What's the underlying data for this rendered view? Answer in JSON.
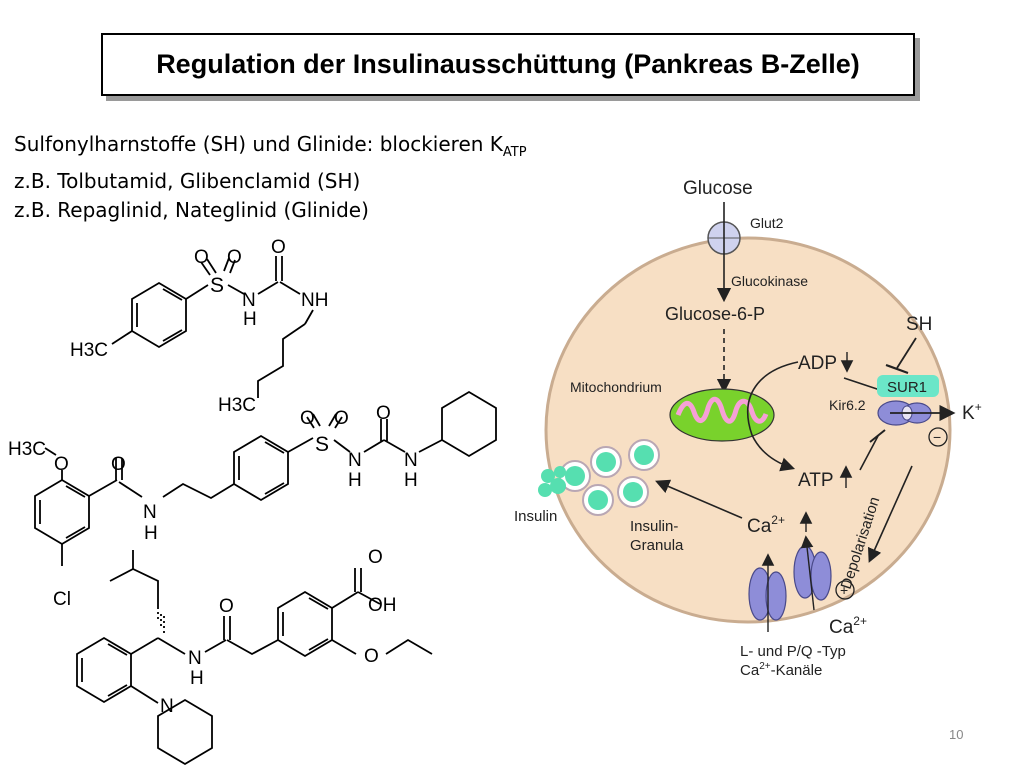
{
  "slide": {
    "title": "Regulation der Insulinausschüttung (Pankreas B-Zelle)",
    "intro": {
      "line1_main": "Sulfonylharnstoffe (SH) und Glinide: blockieren K",
      "line1_sub": "ATP",
      "line2": "z.B. Tolbutamid, Glibenclamid (SH)",
      "line3": "z.B. Repaglinid, Nateglinid (Glinide)"
    },
    "page_number": "10"
  },
  "structures": {
    "tolbutamide": {
      "O1": "O",
      "O2": "O",
      "S": "S",
      "N": "N",
      "H": "H",
      "O3": "O",
      "NH": "NH",
      "CH3": "H3C",
      "CH3b": "H3C"
    },
    "glibenclamide": {
      "OMe": "H3C",
      "O": "O",
      "O2": "O",
      "N": "N",
      "H": "H",
      "Cl": "Cl",
      "S": "S",
      "Os1": "O",
      "Os2": "O",
      "N2": "N",
      "H2": "H",
      "O3": "O",
      "N3": "N",
      "H3": "H"
    },
    "repaglinide": {
      "O": "O",
      "N": "N",
      "H": "H",
      "NPip": "N",
      "O2": "O",
      "OH": "OH",
      "O3": "O"
    }
  },
  "diagram": {
    "glucose": "Glucose",
    "glut2": "Glut2",
    "glucokinase": "Glucokinase",
    "g6p": "Glucose-6-P",
    "mitochondrium": "Mitochondrium",
    "adp": "ADP",
    "atp": "ATP",
    "sh": "SH",
    "sur1": "SUR1",
    "kir": "Kir6.2",
    "k_ion": "K",
    "k_plus": "+",
    "minus": "−",
    "depolarisation": "Depolarisation",
    "plus": "+",
    "ca_in": "Ca",
    "ca_in_sup": "2+",
    "ca_out": "Ca",
    "ca_out_sup": "2+",
    "insulin": "Insulin",
    "granula_1": "Insulin-",
    "granula_2": "Granula",
    "channels_1": "L- und  P/Q -Typ",
    "channels_2a": "Ca",
    "channels_2sup": "2+",
    "channels_2b": "-Kanäle"
  },
  "colors": {
    "cell_fill": "#f7dfc4",
    "cell_stroke": "#c9ac90",
    "mito_green": "#79d22c",
    "mito_pink": "#f6a0d6",
    "granule": "#56dfb0",
    "channel": "#8e8dd8",
    "sur1": "#6be6c8"
  }
}
